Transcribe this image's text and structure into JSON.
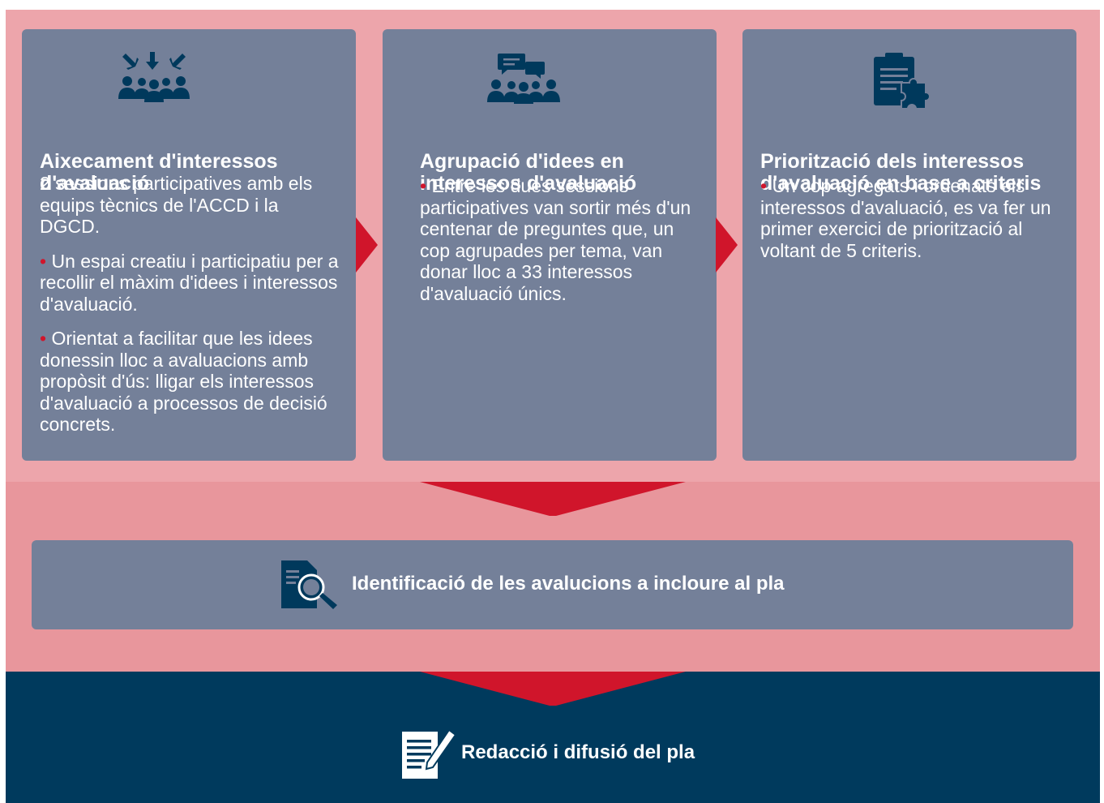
{
  "colors": {
    "band_light": "#eda5ab",
    "band_mid": "#e8969c",
    "band_dark": "#003a5d",
    "card_bg": "#748099",
    "accent_red": "#d0152b",
    "icon_navy": "#00395c",
    "text": "#ffffff"
  },
  "steps": [
    {
      "icon": "people-arrows-in-icon",
      "title_line1": "Aixecament d'interessos",
      "title_line2": "d'avaluació",
      "intro": "2 sessions participatives amb els equips tècnics de l'ACCD i la DGCD.",
      "bullets": [
        "Un espai creatiu i participatiu per a recollir el màxim d'idees i interessos d'avaluació.",
        "Orientat a facilitar que les idees donessin lloc a avaluacions amb propòsit d'ús:  lligar els interessos d'avaluació a processos de decisió concrets."
      ]
    },
    {
      "icon": "people-discussion-icon",
      "title_line1": "Agrupació d'idees en",
      "title_line2": "interessos d'avaluació",
      "bullets": [
        "Entre les dues sessions participatives van sortir més d'un centenar de preguntes que, un cop agrupades per tema, van donar lloc a 33 interessos d'avaluació únics."
      ]
    },
    {
      "icon": "clipboard-puzzle-icon",
      "title_line1": "Priorització dels interessos",
      "title_line2": "d'avaluació en base a criteris",
      "bullets": [
        "Un cop agregats i ordenats els interessos d'avaluació, es va fer un primer exercici de priorització al voltant de 5 criteris."
      ]
    }
  ],
  "bullet_glyph": "•",
  "identification": {
    "icon": "document-search-icon",
    "label": "Identificació de les avalucions a incloure al pla"
  },
  "final": {
    "icon": "document-pen-icon",
    "label": "Redacció i difusió del pla"
  }
}
